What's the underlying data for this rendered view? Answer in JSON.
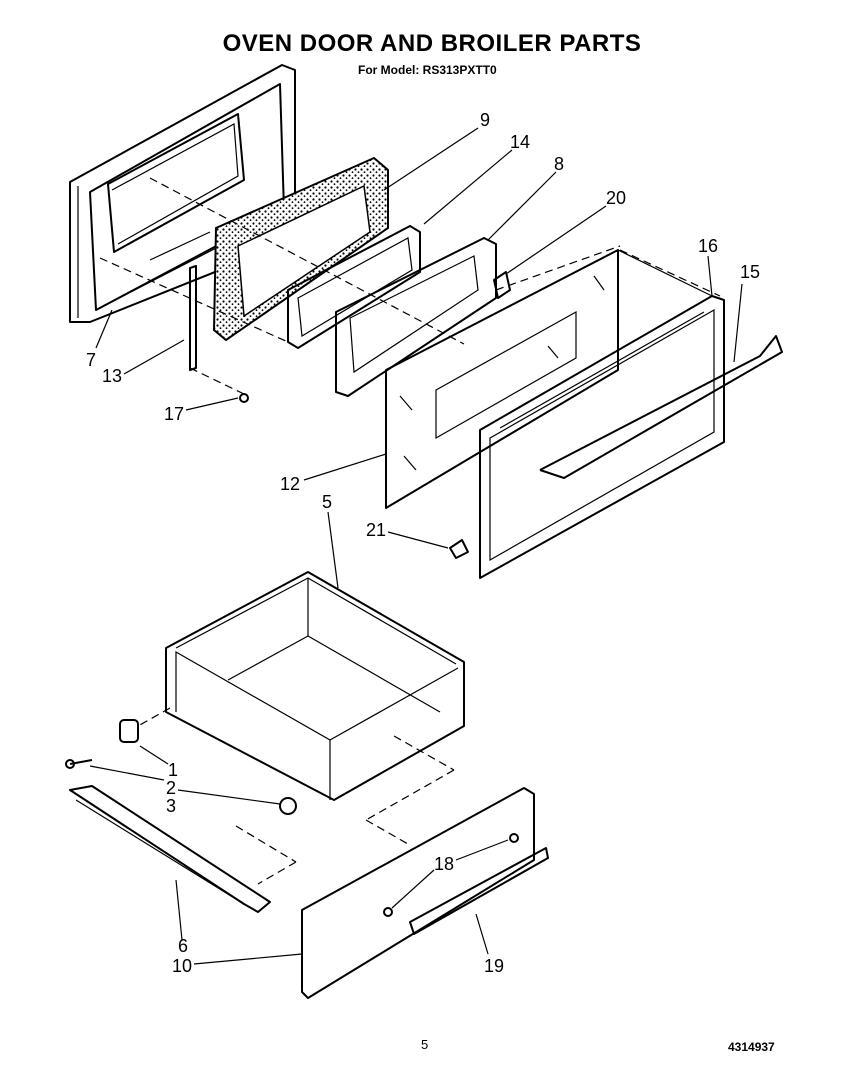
{
  "header": {
    "title": "OVEN DOOR AND BROILER PARTS",
    "subtitle": "For Model: RS313PXTT0"
  },
  "footer": {
    "page_number": "5",
    "document_number": "4314937"
  },
  "callouts": [
    "9",
    "14",
    "8",
    "20",
    "16",
    "15",
    "7",
    "13",
    "17",
    "12",
    "5",
    "21",
    "1",
    "2",
    "3",
    "18",
    "6",
    "10",
    "19"
  ]
}
